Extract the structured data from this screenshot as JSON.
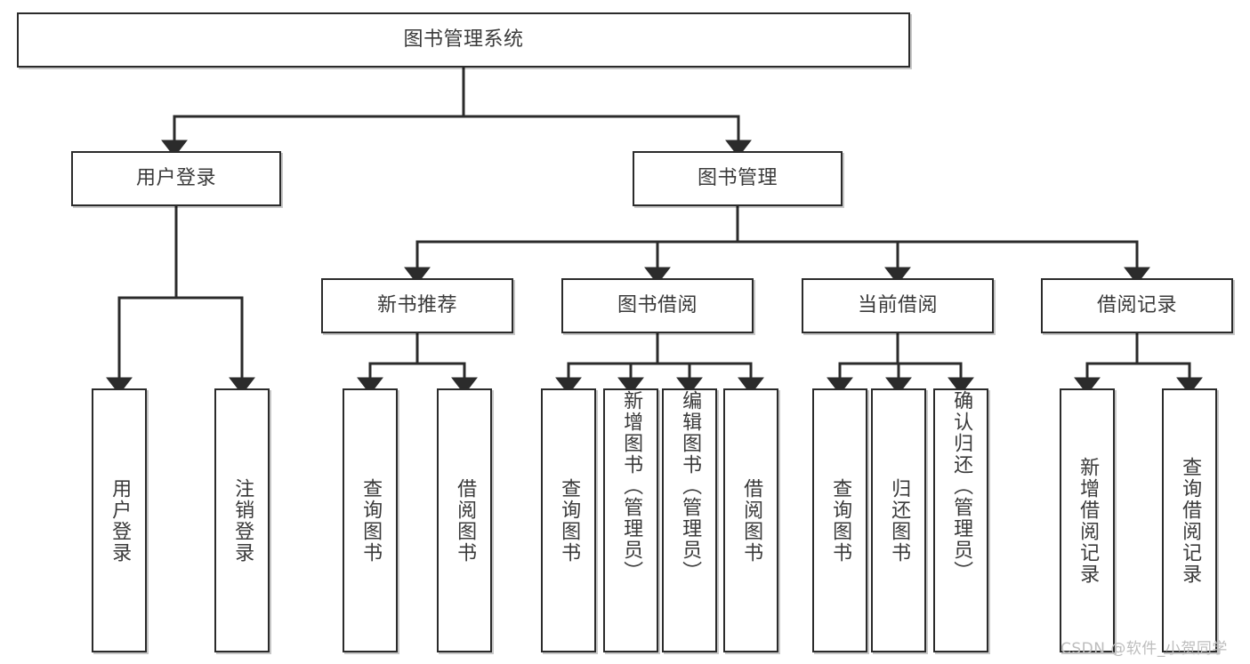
{
  "diagram": {
    "kind": "tree-structure-chart",
    "title": "图书管理系统",
    "style": {
      "box_border_color": "#2b2b2b",
      "box_fill_color": "#ffffff",
      "connector_color": "#2b2b2b",
      "text_color": "#3a3a3a",
      "background_color": "#ffffff",
      "watermark_color": "#bdbdbd"
    },
    "root": {
      "label": "图书管理系统"
    },
    "level2": [
      {
        "label": "用户登录"
      },
      {
        "label": "图书管理"
      }
    ],
    "level3": [
      {
        "label": "新书推荐"
      },
      {
        "label": "图书借阅"
      },
      {
        "label": "当前借阅"
      },
      {
        "label": "借阅记录"
      }
    ],
    "leaves": {
      "user_login": [
        {
          "label": "用户登录"
        },
        {
          "label": "注销登录"
        }
      ],
      "new_book_recommend": [
        {
          "label": "查询图书"
        },
        {
          "label": "借阅图书"
        }
      ],
      "book_borrow": [
        {
          "label": "查询图书"
        },
        {
          "label": "新增图书（管理员）"
        },
        {
          "label": "编辑图书（管理员）"
        },
        {
          "label": "借阅图书"
        }
      ],
      "current_borrow": [
        {
          "label": "查询图书"
        },
        {
          "label": "归还图书"
        },
        {
          "label": "确认归还（管理员）"
        }
      ],
      "borrow_records": [
        {
          "label": "新增借阅记录"
        },
        {
          "label": "查询借阅记录"
        }
      ]
    }
  },
  "watermark": {
    "text": "CSDN @软件_小贺同学"
  }
}
